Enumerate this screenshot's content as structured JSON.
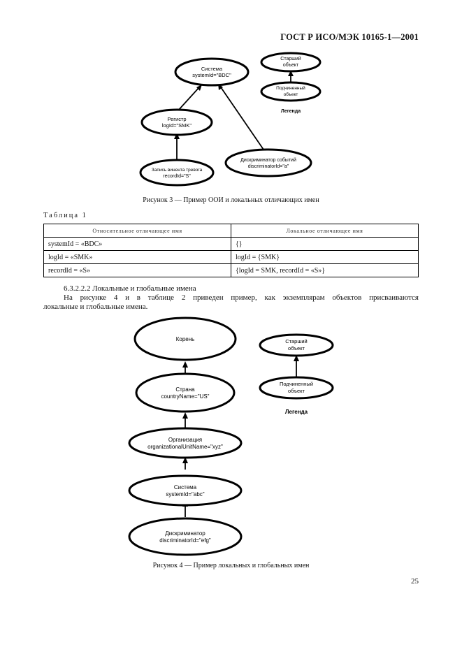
{
  "header": {
    "standard": "ГОСТ Р ИСО/МЭК 10165-1—2001"
  },
  "figure3": {
    "nodes": [
      {
        "id": "n1",
        "line1": "Система",
        "line2": "systemId=\"BDC\""
      },
      {
        "id": "n2",
        "line1": "Регистр",
        "line2": "logId=\"SMK\""
      },
      {
        "id": "n3",
        "line1": "Запись винента тревога",
        "line2": "recordId=\"S\""
      },
      {
        "id": "n4",
        "line1": "Дискриминатор событий",
        "line2": "discriminatorId=\"a\""
      }
    ],
    "legend": {
      "superior": "Старший объект",
      "subordinate_l1": "Подчиненный",
      "subordinate_l2": "объект",
      "title": "Легенда"
    },
    "caption": "Рисунок 3 — Пример ООИ и локальных отличающих имен"
  },
  "table1": {
    "label": "Таблица 1",
    "headers": [
      "Относительное отличающее имя",
      "Локальное отличающее имя"
    ],
    "rows": [
      [
        "systemId = «BDC»",
        "{}"
      ],
      [
        "logId = «SMK»",
        "logId = {SMK}"
      ],
      [
        "recordId = «S»",
        "{logId = SMK, recordId = «S»}"
      ]
    ]
  },
  "section": {
    "heading": "6.3.2.2.2 Локальные и глобальные имена",
    "para_line1": "На рисунке 4 и в таблице 2 приведен пример, как экземплярам объектов присваиваются",
    "para_line2": "локальные и глобальные имена."
  },
  "figure4": {
    "nodes": [
      {
        "id": "r",
        "line1": "Корень",
        "line2": ""
      },
      {
        "id": "c",
        "line1": "Страна",
        "line2": "countryName=\"US\""
      },
      {
        "id": "o",
        "line1": "Организация",
        "line2": "organizationalUnitName=\"xyz\""
      },
      {
        "id": "s",
        "line1": "Система",
        "line2": "systemId=\"abc\""
      },
      {
        "id": "d",
        "line1": "Дискриминатор",
        "line2": "discriminatorId=\"efg\""
      }
    ],
    "legend": {
      "superior_l1": "Старший",
      "superior_l2": "объект",
      "subordinate_l1": "Подчиненный",
      "subordinate_l2": "объект",
      "title": "Легенда"
    },
    "caption": "Рисунок 4 — Пример локальных и глобальных имен"
  },
  "page_number": "25"
}
